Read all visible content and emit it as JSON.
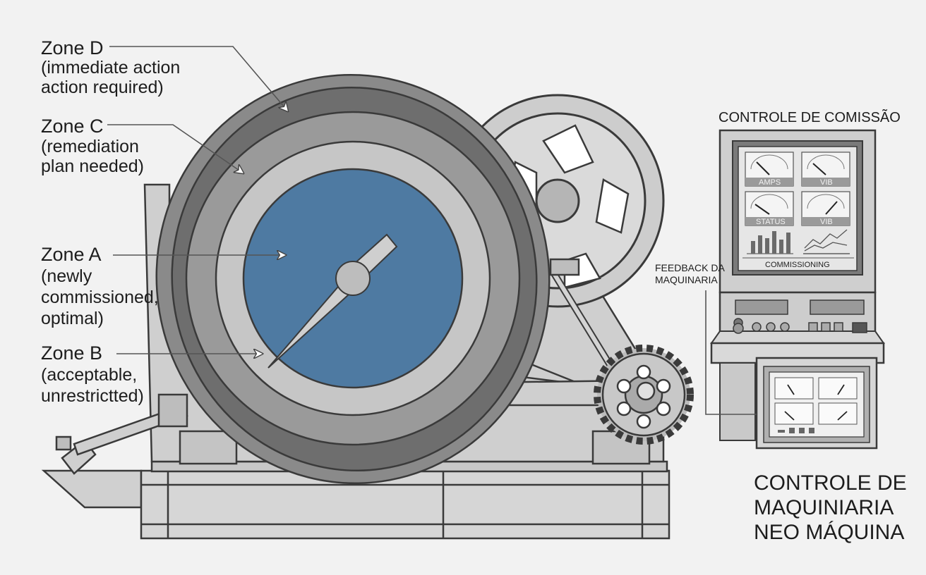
{
  "zones": {
    "d": {
      "title": "Zone D",
      "line1": "(immediate action",
      "line2": "action required)"
    },
    "c": {
      "title": "Zone C",
      "line1": "(remediation",
      "line2": "plan needed)"
    },
    "a": {
      "title": "Zone A",
      "line1": "(newly",
      "line2": "commissioned,",
      "line3": "optimal)"
    },
    "b": {
      "title": "Zone B",
      "line1": "(acceptable,",
      "line2": "unrestrictted)"
    }
  },
  "panel": {
    "title": "CONTROLE DE COMISSÃO",
    "gauges": [
      "AMPS",
      "VIB",
      "STATUS",
      "VIB"
    ],
    "screen_footer": "COMMISSIONING"
  },
  "feedback": {
    "line1": "FEEDBACK DA",
    "line2": "MAQUINARIA"
  },
  "machine_control": {
    "line1": "CONTROLE DE",
    "line2": "MAQUINIARIA",
    "line3": "NEO MÁQUINA"
  },
  "colors": {
    "zone_a": "#4e7aa2",
    "zone_b": "#c6c6c6",
    "zone_c": "#9a9a9a",
    "zone_d": "#6e6e6e",
    "machine_body": "#d3d3d3",
    "outline": "#3a3a3a"
  }
}
